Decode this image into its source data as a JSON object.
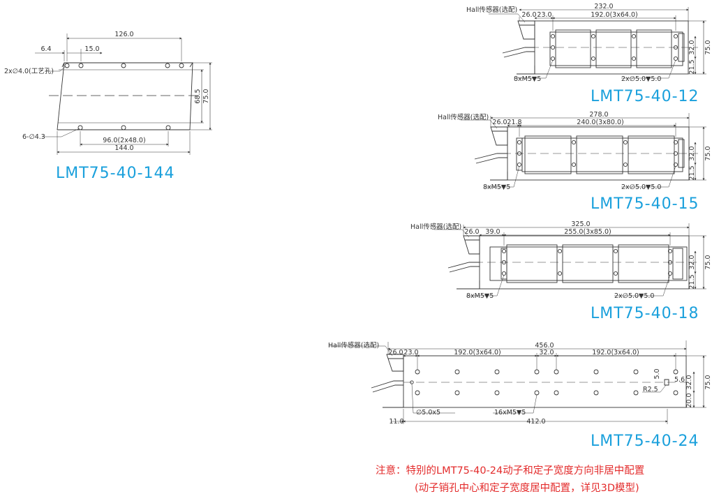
{
  "diagrams": [
    {
      "title": "LMT75-40-144",
      "labels": {
        "top_length": "126.0",
        "pitch": "15.0",
        "edge": "6.4",
        "craft_hole": "2x∅4.0(工艺孔)",
        "mount_hole": "6-∅4.3",
        "hole_span": "96.0(2x48.0)",
        "length": "144.0",
        "height_inner": "68.5",
        "height": "75.0"
      }
    },
    {
      "title": "LMT75-40-12",
      "labels": {
        "sensor": "Hall传感器(选配)",
        "total": "232.0",
        "d1": "26.0",
        "d2": "23.0",
        "span": "192.0(3x64.0)",
        "screws": "8xM5▼5",
        "pins": "2x∅5.0▼5.0",
        "v1": "21.5",
        "v2": "32.0",
        "height": "75.0"
      }
    },
    {
      "title": "LMT75-40-15",
      "labels": {
        "sensor": "Hall传感器(选配)",
        "total": "278.0",
        "d1": "26.0",
        "d2": "21.8",
        "span": "240.0(3x80.0)",
        "screws": "8xM5▼5",
        "pins": "2x∅5.0▼5.0",
        "v1": "21.5",
        "v2": "32.0",
        "height": "75.0"
      }
    },
    {
      "title": "LMT75-40-18",
      "labels": {
        "sensor": "Hall传感器(选配)",
        "total": "325.0",
        "d1": "26.0",
        "d2": "39.0",
        "span": "255.0(3x85.0)",
        "screws": "8xM5▼5",
        "pins": "2x∅5.0▼5.0",
        "v1": "21.5",
        "v2": "32.0",
        "height": "75.0"
      }
    },
    {
      "title": "LMT75-40-24",
      "labels": {
        "sensor": "Hall传感器(选配)",
        "total": "456.0",
        "d1": "26.0",
        "d2": "23.0",
        "span_left": "192.0(3x64.0)",
        "gap": "32.0",
        "span_right": "192.0(3x64.0)",
        "pin_hole": "∅5.0x5",
        "screws": "16xM5▼5",
        "base": "412.0",
        "offset": "11.0",
        "r": "R2.5",
        "w1": "5.0",
        "w2": "5.6",
        "v1": "20.0",
        "v2": "32.0",
        "height": "75.0"
      }
    }
  ],
  "note": {
    "line1": "注意：特别的LMT75-40-24动子和定子宽度方向非居中配置",
    "line2": "(动子销孔中心和定子宽度居中配置，详见3D模型)"
  }
}
